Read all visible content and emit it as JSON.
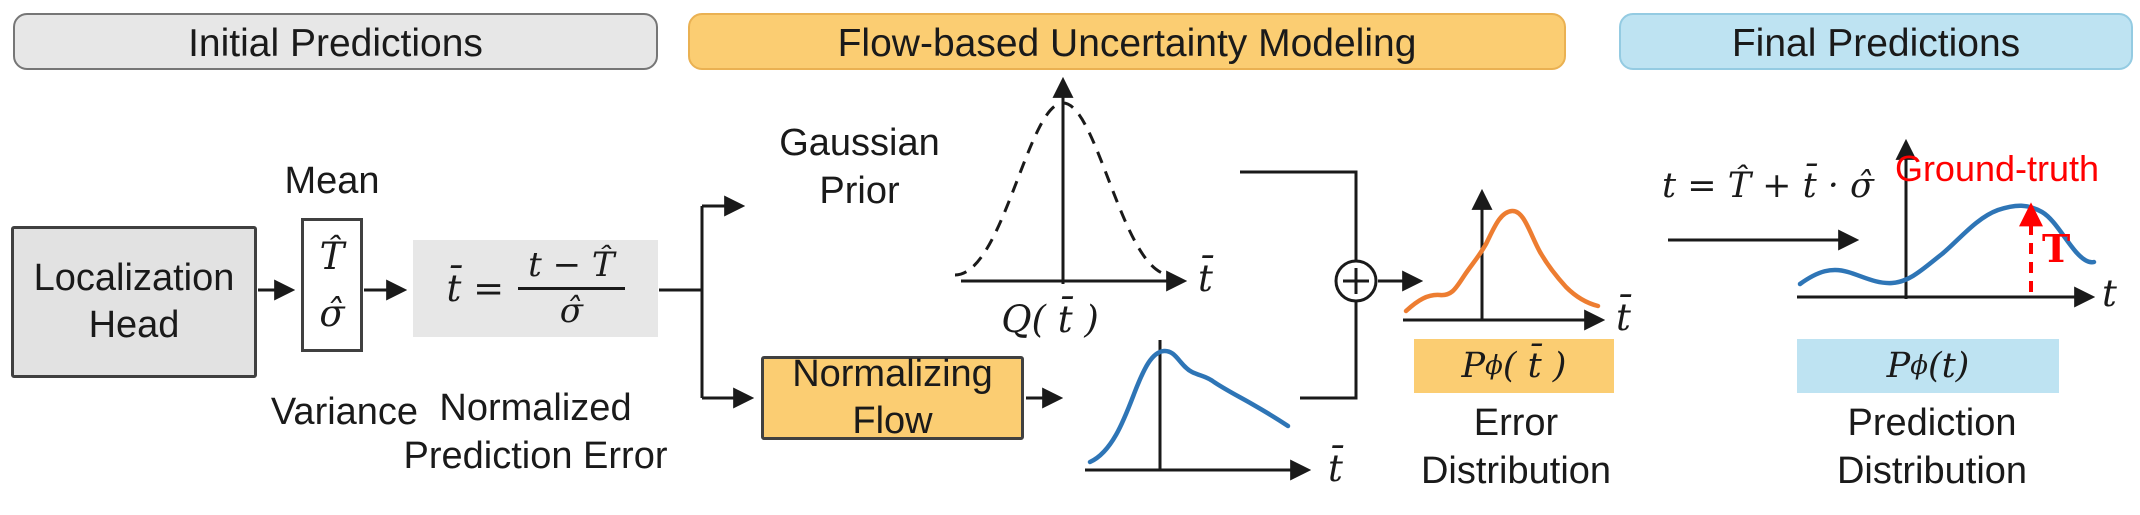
{
  "headers": {
    "initial": "Initial Predictions",
    "flow": "Flow-based Uncertainty Modeling",
    "final": "Final Predictions"
  },
  "pipeline": {
    "localization_head": {
      "line1": "Localization",
      "line2": "Head"
    },
    "mean_label": "Mean",
    "variance_label": "Variance",
    "params": {
      "t_hat": "T̂",
      "sigma_hat": "σ̂"
    },
    "formula": {
      "lhs": "t̄ =",
      "numerator": "t − T̂",
      "denominator": "σ̂"
    },
    "normalized_error": {
      "line1": "Normalized",
      "line2": "Prediction Error"
    },
    "gaussian_prior": {
      "line1": "Gaussian",
      "line2": "Prior"
    },
    "gaussian_plot": {
      "label": "Q( t̄ )",
      "axis": "t̄"
    },
    "normalizing_flow": {
      "line1": "Normalizing",
      "line2": "Flow"
    },
    "flow_plot": {
      "axis": "t̄"
    },
    "error_plot": {
      "axis": "t̄",
      "dist_base": "P",
      "dist_sub": "ϕ",
      "dist_args": "( t̄ )",
      "caption1": "Error",
      "caption2": "Distribution"
    },
    "transform_label": "t = T̂ + t̄ · σ̂",
    "prediction_plot": {
      "axis": "t",
      "dist_base": "P",
      "dist_sub": "ϕ",
      "dist_args": " (t)",
      "caption1": "Prediction",
      "caption2": "Distribution",
      "ground_truth": "Ground-truth",
      "gt_marker": "T"
    }
  },
  "colors": {
    "gray_fill": "#e7e7e7",
    "box_gray": "#e2e2e2",
    "orange_fill": "#fbcd72",
    "blue_fill": "#bee3f2",
    "blue_curve": "#2e75b6",
    "orange_curve": "#ed7d31",
    "red": "#ff0000",
    "line": "#1a1a1a",
    "border_dark": "#404040"
  }
}
